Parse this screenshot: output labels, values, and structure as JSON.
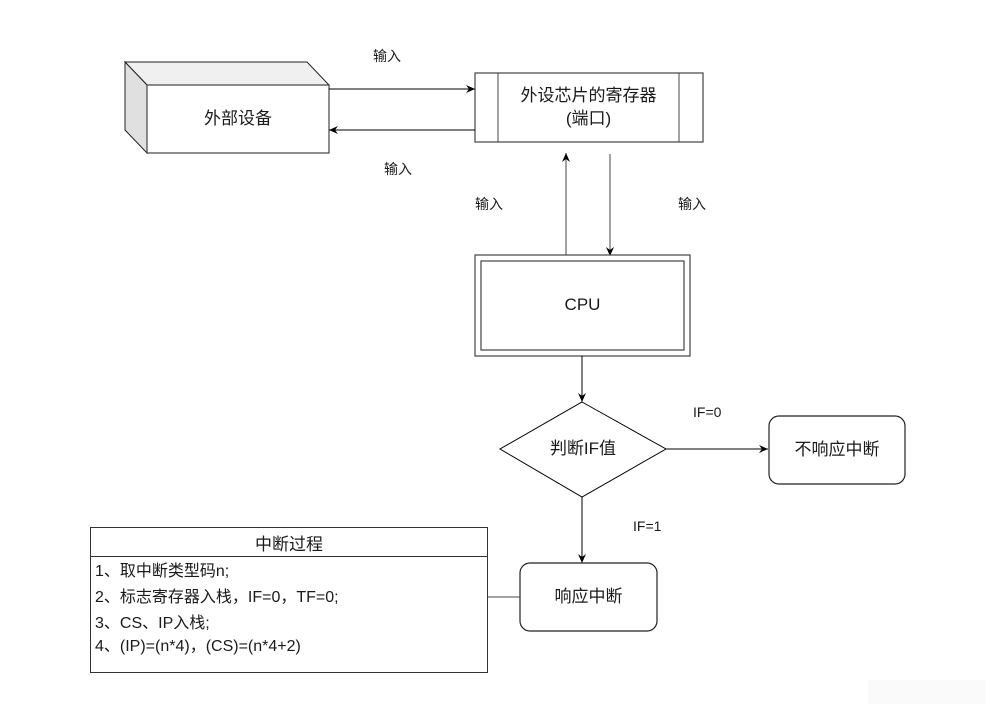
{
  "diagram": {
    "nodes": {
      "external_device": {
        "label": "外部设备",
        "shape": "3d-box"
      },
      "peripheral_register": {
        "label_line1": "外设芯片的寄存器",
        "label_line2": "(端口)",
        "shape": "process-double-sided"
      },
      "cpu": {
        "label": "CPU",
        "shape": "double-border-rect"
      },
      "decision": {
        "label": "判断IF值",
        "shape": "diamond"
      },
      "no_response": {
        "label": "不响应中断",
        "shape": "rounded-rect"
      },
      "respond": {
        "label": "响应中断",
        "shape": "rounded-rect"
      }
    },
    "edge_labels": {
      "device_to_register": "输入",
      "register_to_device": "输入",
      "cpu_to_register": "输入",
      "register_to_cpu": "输入",
      "if_zero": "IF=0",
      "if_one": "IF=1"
    },
    "process_panel": {
      "title": "中断过程",
      "steps": [
        "1、取中断类型码n;",
        "2、标志寄存器入栈，IF=0，TF=0;",
        "3、CS、IP入栈;",
        "4、(IP)=(n*4)，(CS)=(n*4+2)"
      ]
    },
    "colors": {
      "stroke": "#000000",
      "box_front": "#ffffff",
      "box_top": "#f0f0f0",
      "box_side": "#e0e0e0"
    }
  }
}
